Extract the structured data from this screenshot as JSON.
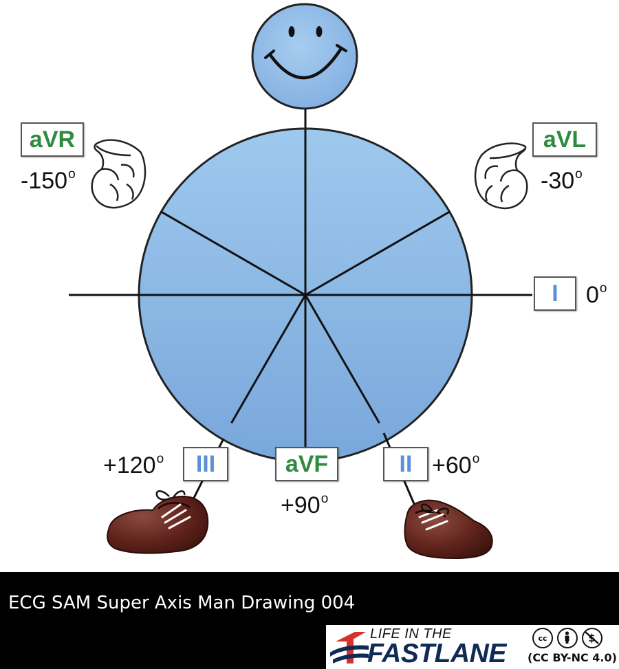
{
  "leads": {
    "avr": {
      "label": "aVR",
      "angle": "-150",
      "degree_symbol": "o"
    },
    "avl": {
      "label": "aVL",
      "angle": "-30",
      "degree_symbol": "o"
    },
    "i": {
      "label": "I",
      "angle": "0",
      "degree_symbol": "o"
    },
    "ii": {
      "label": "II",
      "angle": "+60",
      "degree_symbol": "o"
    },
    "avf": {
      "label": "aVF",
      "angle": "+90",
      "degree_symbol": "o"
    },
    "iii": {
      "label": "III",
      "angle": "+120",
      "degree_symbol": "o"
    }
  },
  "caption": "ECG SAM Super Axis Man Drawing 004",
  "logo": {
    "line1": "LIFE IN THE",
    "line2": "FASTLANE"
  },
  "license": {
    "text": "(CC BY-NC 4.0)",
    "cc_mark": "cc"
  },
  "colors": {
    "circle_top": "#9ec9ee",
    "circle_bottom": "#7aa7db",
    "lead_green": "#2e8b3f",
    "lead_blue": "#5b8fd6",
    "shoe": "#6b2a22",
    "logo_navy": "#0f2a55",
    "logo_red": "#d6322b"
  }
}
